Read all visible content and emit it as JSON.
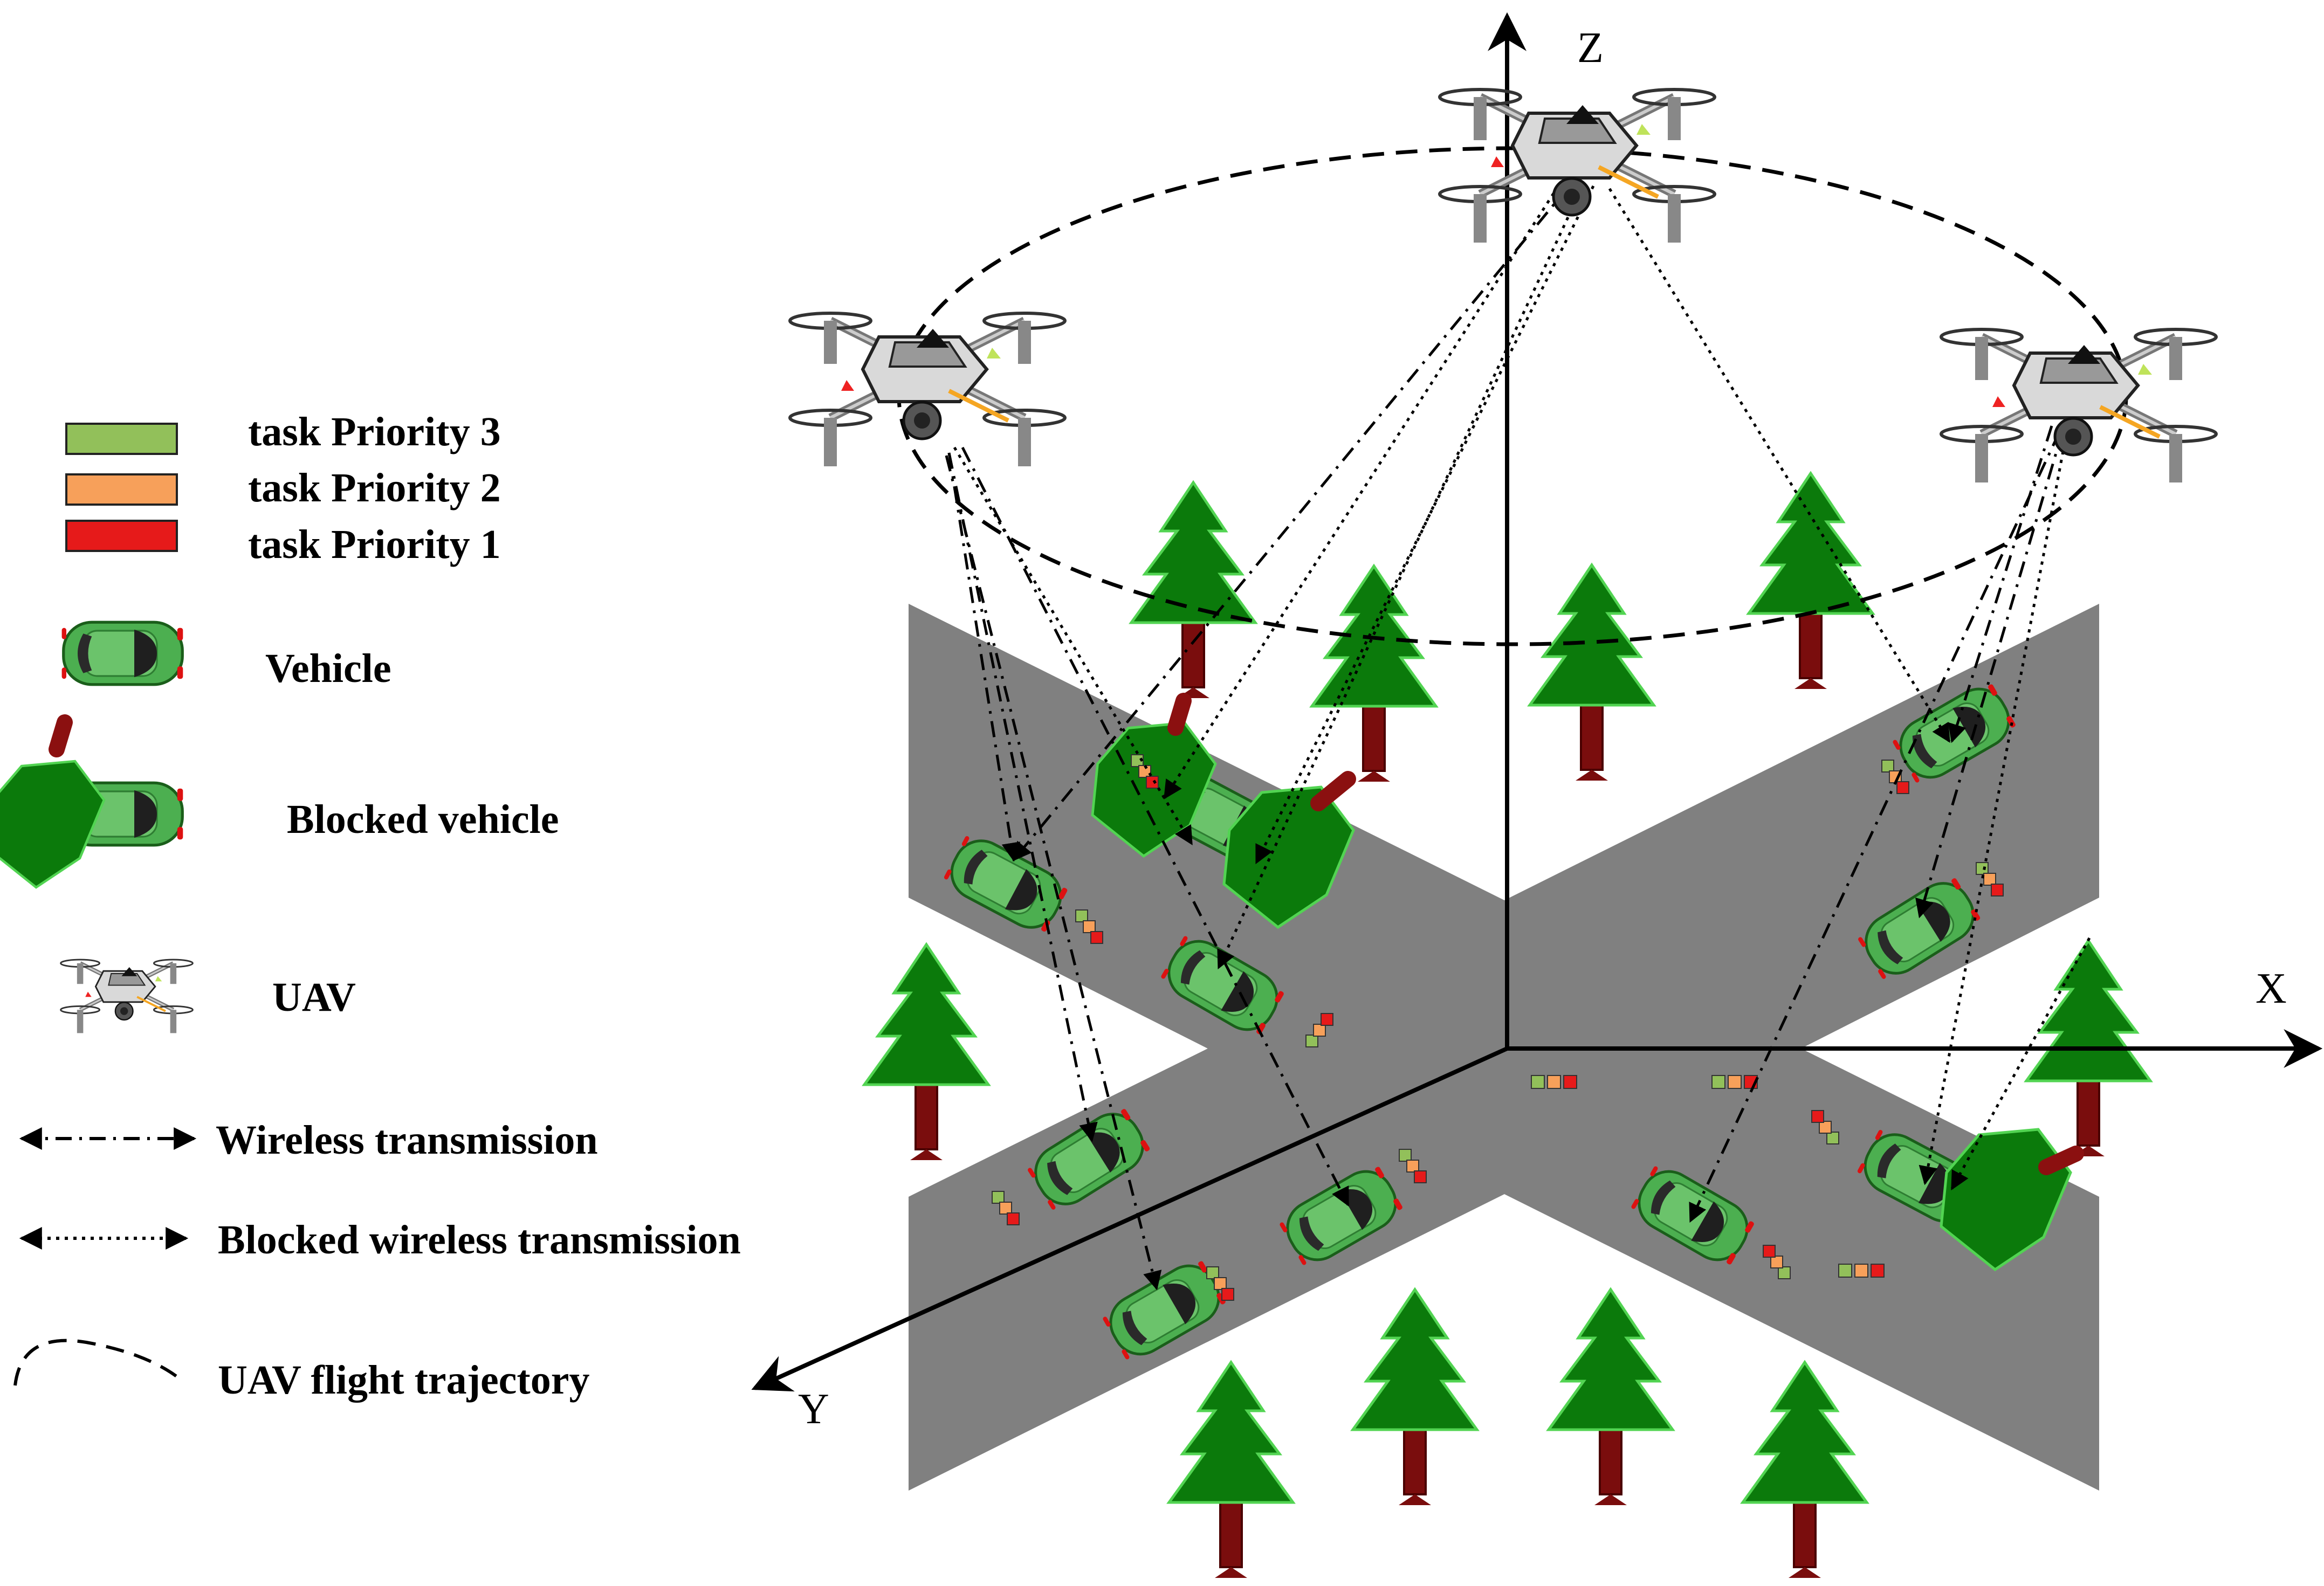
{
  "legend": {
    "priority3": "task Priority 3",
    "priority2": "task Priority 2",
    "priority1": "task Priority 1",
    "vehicle": "Vehicle",
    "blocked_vehicle": "Blocked vehicle",
    "uav": "UAV",
    "wireless": "Wireless transmission",
    "blocked_wireless": "Blocked wireless transmission",
    "trajectory": "UAV flight trajectory"
  },
  "axes": {
    "x": "X",
    "y": "Y",
    "z": "Z"
  },
  "colors": {
    "priority3": "#92c05a",
    "priority2": "#f7a05a",
    "priority1": "#e61a1a",
    "road": "#808080",
    "tree": "#0b7a0b",
    "trunk": "#7a0d0d",
    "vehicle": "#4caf50"
  }
}
